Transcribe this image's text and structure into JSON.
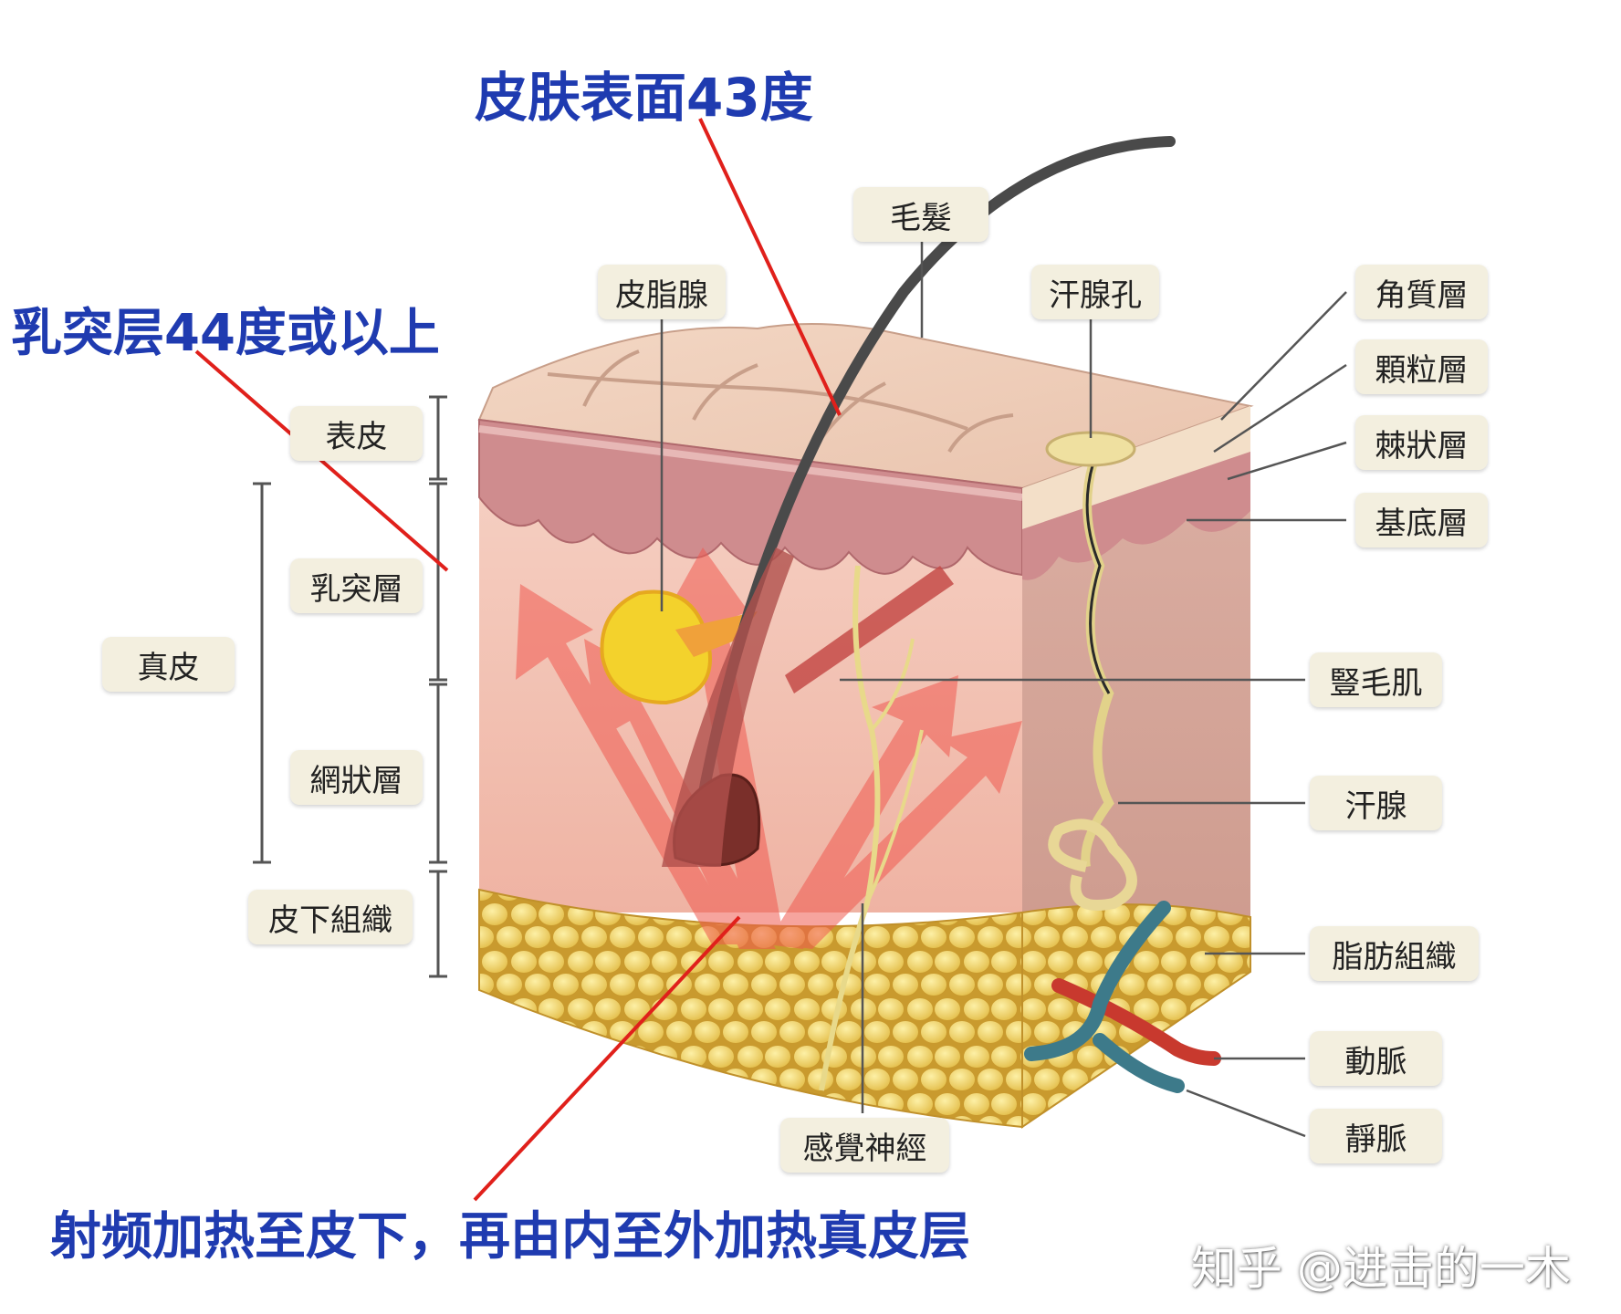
{
  "annotations": {
    "surface": "皮肤表面43度",
    "papillary": "乳突层44度或以上",
    "rf": "射频加热至皮下，再由内至外加热真皮层"
  },
  "labels": {
    "hair": "毛髮",
    "sebaceous": "皮脂腺",
    "sweat_pore": "汗腺孔",
    "corneum": "角質層",
    "granular": "顆粒層",
    "spinous": "棘狀層",
    "basal": "基底層",
    "arrector": "豎毛肌",
    "sweat_gland": "汗腺",
    "fat": "脂肪組織",
    "artery": "動脈",
    "vein": "靜脈",
    "sensory_nerve": "感覺神經",
    "epidermis": "表皮",
    "papillary_layer": "乳突層",
    "dermis": "真皮",
    "reticular": "網狀層",
    "subcutaneous": "皮下組織"
  },
  "watermark": "知乎 @进击的一木",
  "colors": {
    "annotation_text": "#1f3bb0",
    "pointer_line": "#e0201b",
    "label_bg": "#f3efdf"
  }
}
